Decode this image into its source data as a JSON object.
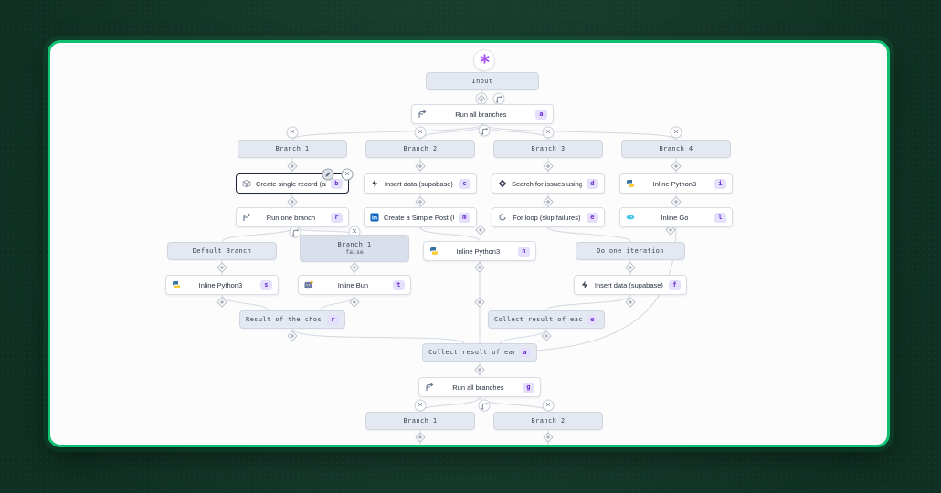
{
  "theme": {
    "page_background": "#123b2b",
    "canvas_background": "#fcfcfd",
    "canvas_border_green": "#10bf70",
    "edge_color": "#d6dae1",
    "badge_text": "#6d28d9",
    "badge_bg": "#e4e0fb",
    "header_node_bg": "#e4e9f1",
    "selected_node_border": "#1e293b",
    "logo_purple": "#a855f7"
  },
  "icons": {
    "flow_logo": "windmill-pinwheel-icon",
    "branch_run": "split-arrows-icon",
    "insert_point": "diamond-plus-icon",
    "delete_branch": "x-icon",
    "add_branch": "fork-icon"
  },
  "nodes": {
    "input": {
      "label": "Input"
    },
    "runall_top": {
      "label": "Run all branches",
      "badge": "a",
      "icon": "split-arrows-icon"
    },
    "branch1": {
      "label": "Branch 1"
    },
    "branch2": {
      "label": "Branch 2"
    },
    "branch3": {
      "label": "Branch 3"
    },
    "branch4": {
      "label": "Branch 4"
    },
    "create_record": {
      "label": "Create single record (airtable)",
      "badge": "b",
      "icon": "airtable-icon",
      "selected": true
    },
    "insert_data_c": {
      "label": "Insert data (supabase)",
      "badge": "c",
      "icon": "supabase-icon"
    },
    "search_jql": {
      "label": "Search for issues using JQL (...",
      "badge": "d",
      "icon": "jira-icon"
    },
    "python_i": {
      "label": "Inline Python3",
      "badge": "i",
      "icon": "python-icon"
    },
    "run_one": {
      "label": "Run one branch",
      "badge": "r",
      "icon": "split-arrows-icon"
    },
    "create_post": {
      "label": "Create a Simple Post (User) (...",
      "badge": "m",
      "icon": "linkedin-icon"
    },
    "for_loop": {
      "label": "For loop (skip failures)",
      "badge": "e",
      "icon": "loop-icon"
    },
    "inline_go": {
      "label": "Inline Go",
      "badge": "l",
      "icon": "go-icon"
    },
    "default_branch": {
      "label": "Default Branch"
    },
    "branch1_false": {
      "label": "Branch 1",
      "sublabel": "'false'"
    },
    "python_n": {
      "label": "Inline Python3",
      "badge": "n",
      "icon": "python-icon"
    },
    "do_one_iteration": {
      "label": "Do one iteration"
    },
    "python_s": {
      "label": "Inline Python3",
      "badge": "s",
      "icon": "python-icon"
    },
    "inline_bun": {
      "label": "Inline Bun",
      "badge": "t",
      "icon": "bun-icon"
    },
    "insert_data_f": {
      "label": "Insert data (supabase)",
      "badge": "f",
      "icon": "supabase-icon"
    },
    "result_chosen": {
      "label": "Result of the chosen branch",
      "badge": "r"
    },
    "collect_iter": {
      "label": "Collect result of each iterat",
      "badge": "e"
    },
    "collect_branch": {
      "label": "Collect result of each branch",
      "badge": "a"
    },
    "runall_bottom": {
      "label": "Run all branches",
      "badge": "g",
      "icon": "split-arrows-icon"
    },
    "branch1_bottom": {
      "label": "Branch 1"
    },
    "branch2_bottom": {
      "label": "Branch 2"
    }
  }
}
